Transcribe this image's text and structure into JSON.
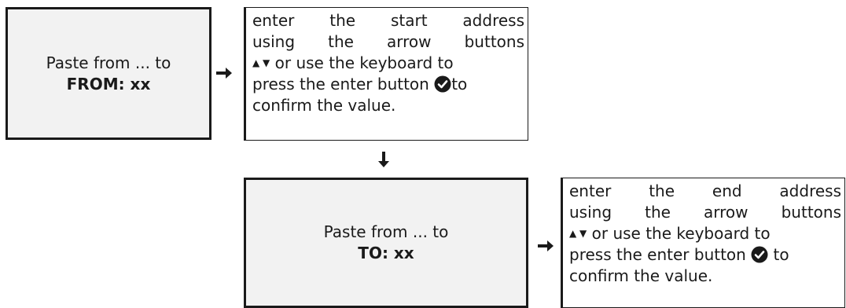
{
  "step1": {
    "screen": {
      "line1": "Paste from ... to",
      "line2": "FROM: xx"
    },
    "note": {
      "line1": "enter the start address",
      "line2": "using the arrow buttons",
      "line3_arrows": "▲ ▼",
      "line3_text": " or use the keyboard to",
      "line4_a": "press the enter button ",
      "line4_b": "to",
      "line5": "confirm the value."
    }
  },
  "step2": {
    "screen": {
      "line1": "Paste from ... to",
      "line2": "TO: xx"
    },
    "note": {
      "line1": "enter the end address",
      "line2": "using the arrow buttons",
      "line3_arrows": "▲ ▼",
      "line3_text": " or use the keyboard to",
      "line4_a": "press the enter button ",
      "line4_b": " to",
      "line5": "confirm the value."
    }
  },
  "arrows": {
    "right": "➔",
    "down": "↓"
  },
  "icons": {
    "check": "check-circle-icon",
    "up": "triangle-up-icon",
    "down": "triangle-down-icon",
    "arrow_right": "arrow-right-icon",
    "arrow_down": "arrow-down-icon"
  }
}
